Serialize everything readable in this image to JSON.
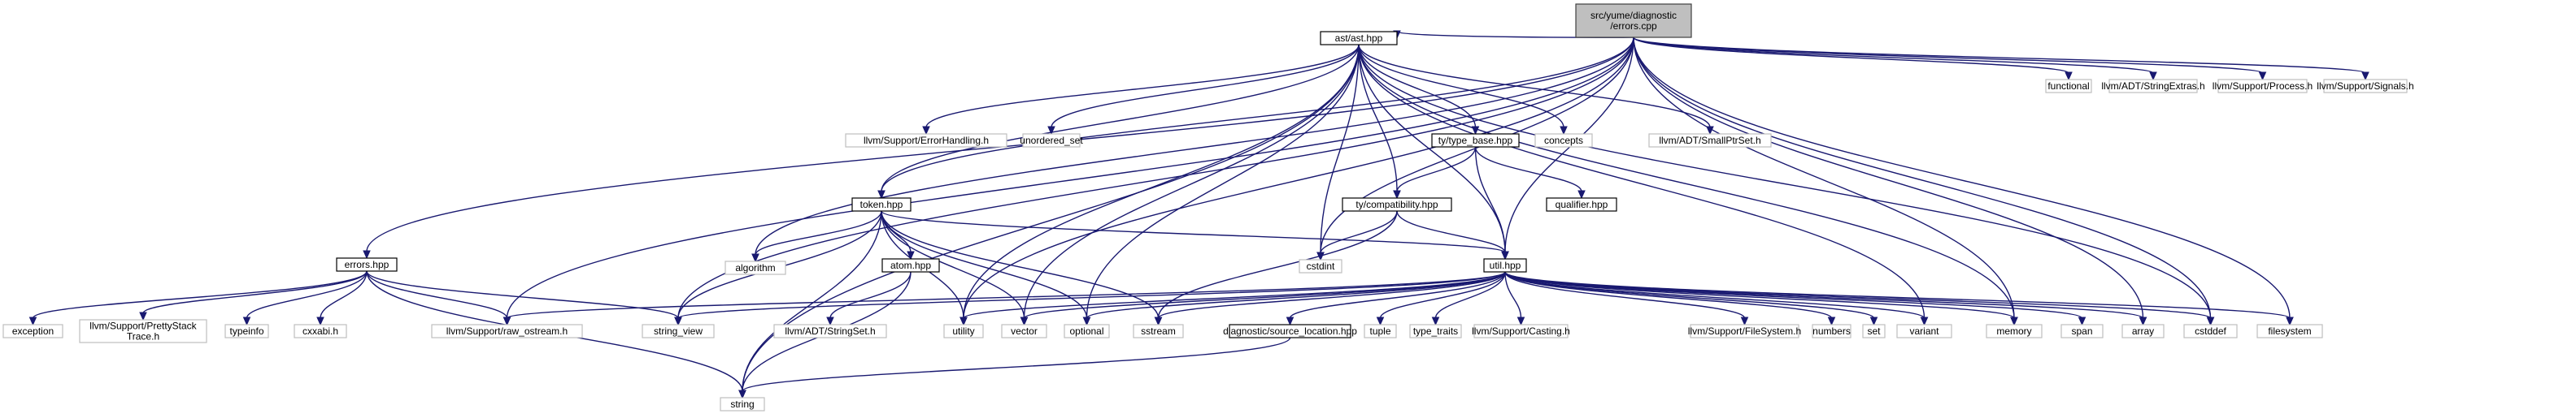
{
  "graph": {
    "title": "Include dependency graph for errors.cpp",
    "colors": {
      "edge": "#191970",
      "root_fill": "#bfbfbf",
      "local_border": "#000000",
      "system_border": "#bfbfbf"
    },
    "nodes": [
      {
        "id": "root",
        "label": [
          "src/yume/diagnostic",
          "/errors.cpp"
        ],
        "kind": "root"
      },
      {
        "id": "ast",
        "label": [
          "ast/ast.hpp"
        ],
        "kind": "local"
      },
      {
        "id": "functional",
        "label": [
          "functional"
        ],
        "kind": "system"
      },
      {
        "id": "stringextras",
        "label": [
          "llvm/ADT/StringExtras.h"
        ],
        "kind": "system"
      },
      {
        "id": "process",
        "label": [
          "llvm/Support/Process.h"
        ],
        "kind": "system"
      },
      {
        "id": "signals",
        "label": [
          "llvm/Support/Signals.h"
        ],
        "kind": "system"
      },
      {
        "id": "errorhandling",
        "label": [
          "llvm/Support/ErrorHandling.h"
        ],
        "kind": "system"
      },
      {
        "id": "unordered_set",
        "label": [
          "unordered_set"
        ],
        "kind": "system"
      },
      {
        "id": "type_base",
        "label": [
          "ty/type_base.hpp"
        ],
        "kind": "local"
      },
      {
        "id": "concepts",
        "label": [
          "concepts"
        ],
        "kind": "system"
      },
      {
        "id": "smallptrset",
        "label": [
          "llvm/ADT/SmallPtrSet.h"
        ],
        "kind": "system"
      },
      {
        "id": "token",
        "label": [
          "token.hpp"
        ],
        "kind": "local"
      },
      {
        "id": "compat",
        "label": [
          "ty/compatibility.hpp"
        ],
        "kind": "local"
      },
      {
        "id": "qualifier",
        "label": [
          "qualifier.hpp"
        ],
        "kind": "local"
      },
      {
        "id": "errors_hpp",
        "label": [
          "errors.hpp"
        ],
        "kind": "local"
      },
      {
        "id": "algorithm",
        "label": [
          "algorithm"
        ],
        "kind": "system"
      },
      {
        "id": "atom",
        "label": [
          "atom.hpp"
        ],
        "kind": "local"
      },
      {
        "id": "cstdint",
        "label": [
          "cstdint"
        ],
        "kind": "system"
      },
      {
        "id": "util",
        "label": [
          "util.hpp"
        ],
        "kind": "local"
      },
      {
        "id": "exception",
        "label": [
          "exception"
        ],
        "kind": "system"
      },
      {
        "id": "prettystack",
        "label": [
          "llvm/Support/PrettyStack",
          "Trace.h"
        ],
        "kind": "system"
      },
      {
        "id": "typeinfo",
        "label": [
          "typeinfo"
        ],
        "kind": "system"
      },
      {
        "id": "cxxabi",
        "label": [
          "cxxabi.h"
        ],
        "kind": "system"
      },
      {
        "id": "raw_ostream",
        "label": [
          "llvm/Support/raw_ostream.h"
        ],
        "kind": "system"
      },
      {
        "id": "string_view",
        "label": [
          "string_view"
        ],
        "kind": "system"
      },
      {
        "id": "stringset",
        "label": [
          "llvm/ADT/StringSet.h"
        ],
        "kind": "system"
      },
      {
        "id": "utility",
        "label": [
          "utility"
        ],
        "kind": "system"
      },
      {
        "id": "vector",
        "label": [
          "vector"
        ],
        "kind": "system"
      },
      {
        "id": "optional",
        "label": [
          "optional"
        ],
        "kind": "system"
      },
      {
        "id": "sstream",
        "label": [
          "sstream"
        ],
        "kind": "system"
      },
      {
        "id": "source_location",
        "label": [
          "diagnostic/source_location.hpp"
        ],
        "kind": "local"
      },
      {
        "id": "tuple",
        "label": [
          "tuple"
        ],
        "kind": "system"
      },
      {
        "id": "type_traits",
        "label": [
          "type_traits"
        ],
        "kind": "system"
      },
      {
        "id": "casting",
        "label": [
          "llvm/Support/Casting.h"
        ],
        "kind": "system"
      },
      {
        "id": "filesystem_h",
        "label": [
          "llvm/Support/FileSystem.h"
        ],
        "kind": "system"
      },
      {
        "id": "numbers",
        "label": [
          "numbers"
        ],
        "kind": "system"
      },
      {
        "id": "set",
        "label": [
          "set"
        ],
        "kind": "system"
      },
      {
        "id": "variant",
        "label": [
          "variant"
        ],
        "kind": "system"
      },
      {
        "id": "memory",
        "label": [
          "memory"
        ],
        "kind": "system"
      },
      {
        "id": "span",
        "label": [
          "span"
        ],
        "kind": "system"
      },
      {
        "id": "array",
        "label": [
          "array"
        ],
        "kind": "system"
      },
      {
        "id": "cstddef",
        "label": [
          "cstddef"
        ],
        "kind": "system"
      },
      {
        "id": "filesystem",
        "label": [
          "filesystem"
        ],
        "kind": "system"
      },
      {
        "id": "string",
        "label": [
          "string"
        ],
        "kind": "system"
      }
    ],
    "edges": [
      [
        "root",
        "ast"
      ],
      [
        "root",
        "functional"
      ],
      [
        "root",
        "stringextras"
      ],
      [
        "root",
        "process"
      ],
      [
        "root",
        "signals"
      ],
      [
        "root",
        "errors_hpp"
      ],
      [
        "root",
        "raw_ostream"
      ],
      [
        "root",
        "string_view"
      ],
      [
        "root",
        "algorithm"
      ],
      [
        "root",
        "token"
      ],
      [
        "root",
        "utility"
      ],
      [
        "root",
        "cstdint"
      ],
      [
        "root",
        "util"
      ],
      [
        "root",
        "memory"
      ],
      [
        "root",
        "array"
      ],
      [
        "root",
        "cstddef"
      ],
      [
        "root",
        "filesystem"
      ],
      [
        "ast",
        "errorhandling"
      ],
      [
        "ast",
        "unordered_set"
      ],
      [
        "ast",
        "type_base"
      ],
      [
        "ast",
        "concepts"
      ],
      [
        "ast",
        "smallptrset"
      ],
      [
        "ast",
        "token"
      ],
      [
        "ast",
        "compat"
      ],
      [
        "ast",
        "cstdint"
      ],
      [
        "ast",
        "util"
      ],
      [
        "ast",
        "string"
      ],
      [
        "ast",
        "utility"
      ],
      [
        "ast",
        "vector"
      ],
      [
        "ast",
        "optional"
      ],
      [
        "ast",
        "variant"
      ],
      [
        "ast",
        "memory"
      ],
      [
        "ast",
        "cstddef"
      ],
      [
        "type_base",
        "compat"
      ],
      [
        "type_base",
        "qualifier"
      ],
      [
        "type_base",
        "util"
      ],
      [
        "compat",
        "cstdint"
      ],
      [
        "compat",
        "util"
      ],
      [
        "compat",
        "sstream"
      ],
      [
        "token",
        "algorithm"
      ],
      [
        "token",
        "atom"
      ],
      [
        "token",
        "util"
      ],
      [
        "token",
        "string_view"
      ],
      [
        "token",
        "string"
      ],
      [
        "token",
        "utility"
      ],
      [
        "token",
        "vector"
      ],
      [
        "token",
        "optional"
      ],
      [
        "token",
        "sstream"
      ],
      [
        "atom",
        "stringset"
      ],
      [
        "atom",
        "string"
      ],
      [
        "errors_hpp",
        "exception"
      ],
      [
        "errors_hpp",
        "prettystack"
      ],
      [
        "errors_hpp",
        "typeinfo"
      ],
      [
        "errors_hpp",
        "cxxabi"
      ],
      [
        "errors_hpp",
        "raw_ostream"
      ],
      [
        "errors_hpp",
        "string_view"
      ],
      [
        "errors_hpp",
        "string"
      ],
      [
        "util",
        "raw_ostream"
      ],
      [
        "util",
        "string_view"
      ],
      [
        "util",
        "utility"
      ],
      [
        "util",
        "vector"
      ],
      [
        "util",
        "optional"
      ],
      [
        "util",
        "sstream"
      ],
      [
        "util",
        "source_location"
      ],
      [
        "util",
        "tuple"
      ],
      [
        "util",
        "type_traits"
      ],
      [
        "util",
        "casting"
      ],
      [
        "util",
        "filesystem_h"
      ],
      [
        "util",
        "numbers"
      ],
      [
        "util",
        "set"
      ],
      [
        "util",
        "variant"
      ],
      [
        "util",
        "memory"
      ],
      [
        "util",
        "span"
      ],
      [
        "util",
        "array"
      ],
      [
        "util",
        "cstddef"
      ],
      [
        "util",
        "filesystem"
      ],
      [
        "source_location",
        "string"
      ]
    ]
  }
}
